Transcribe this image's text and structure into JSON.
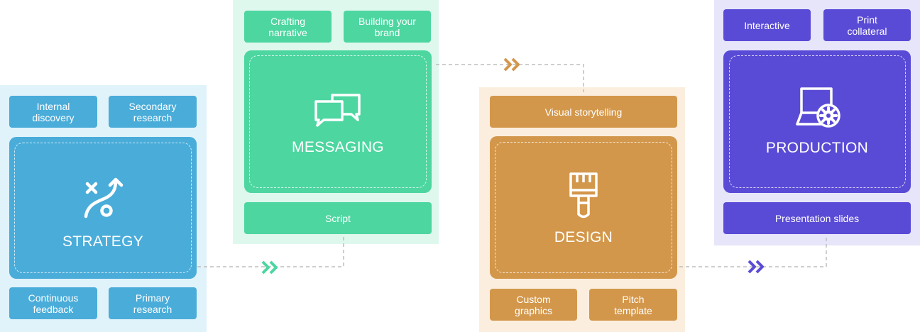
{
  "strategy": {
    "title": "STRATEGY",
    "top_left": "Internal\ndiscovery",
    "top_right": "Secondary\nresearch",
    "bottom_left": "Continuous\nfeedback",
    "bottom_right": "Primary\nresearch",
    "icon": "strategy-path-icon"
  },
  "messaging": {
    "title": "MESSAGING",
    "top_left": "Crafting\nnarrative",
    "top_right": "Building your\nbrand",
    "bottom": "Script",
    "icon": "chat-bubbles-icon"
  },
  "design": {
    "title": "DESIGN",
    "top": "Visual storytelling",
    "bottom_left": "Custom\ngraphics",
    "bottom_right": "Pitch\ntemplate",
    "icon": "paintbrush-icon"
  },
  "production": {
    "title": "PRODUCTION",
    "top_left": "Interactive",
    "top_right": "Print\ncollateral",
    "bottom": "Presentation slides",
    "icon": "monitor-gear-icon"
  },
  "colors": {
    "strategy": "#4aacd9",
    "strategy_bg": "#e0f3fb",
    "messaging": "#4dd6a0",
    "messaging_bg": "#dff8ee",
    "design": "#d3974b",
    "design_bg": "#fbeede",
    "production": "#5a4bd6",
    "production_bg": "#e7e5fa",
    "connector": "#bdbdbd"
  }
}
